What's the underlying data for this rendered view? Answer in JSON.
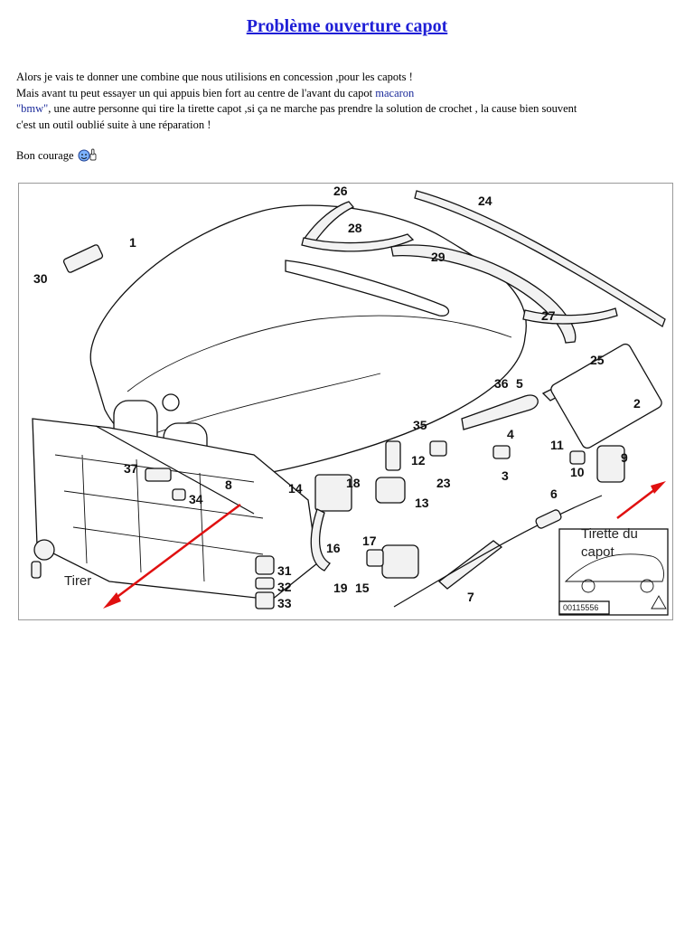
{
  "page": {
    "title": "Problème ouverture capot",
    "paragraphs": {
      "line1": "Alors je vais te donner une combine que nous utilisions en concession ,pour les capots !",
      "line2_start": "Mais avant tu peut essayer un qui appuis bien fort au centre de l'avant du capot ",
      "line2_link": "macaron",
      "line3_link": "\"bmw\"",
      "line3_rest": ", une  autre personne qui tire la tirette capot ,si ça ne marche pas prendre la solution de crochet ,  la cause bien souvent",
      "line4": "c'est un outil oublié suite à une réparation !",
      "closing": "Bon courage"
    }
  },
  "diagram": {
    "part_numbers": [
      "1",
      "2",
      "3",
      "4",
      "5",
      "6",
      "7",
      "8",
      "9",
      "10",
      "11",
      "12",
      "13",
      "14",
      "15",
      "16",
      "17",
      "18",
      "19",
      "23",
      "24",
      "25",
      "26",
      "27",
      "28",
      "29",
      "30",
      "31",
      "32",
      "33",
      "34",
      "35",
      "36",
      "37"
    ],
    "callouts": {
      "pull": "Tirer",
      "release_line1": "Tirette du",
      "release_line2": "capot"
    },
    "reference_code": "00115556",
    "colors": {
      "arrow": "#e01010",
      "title": "#1f1fd6",
      "link": "#1a2a9a"
    }
  }
}
